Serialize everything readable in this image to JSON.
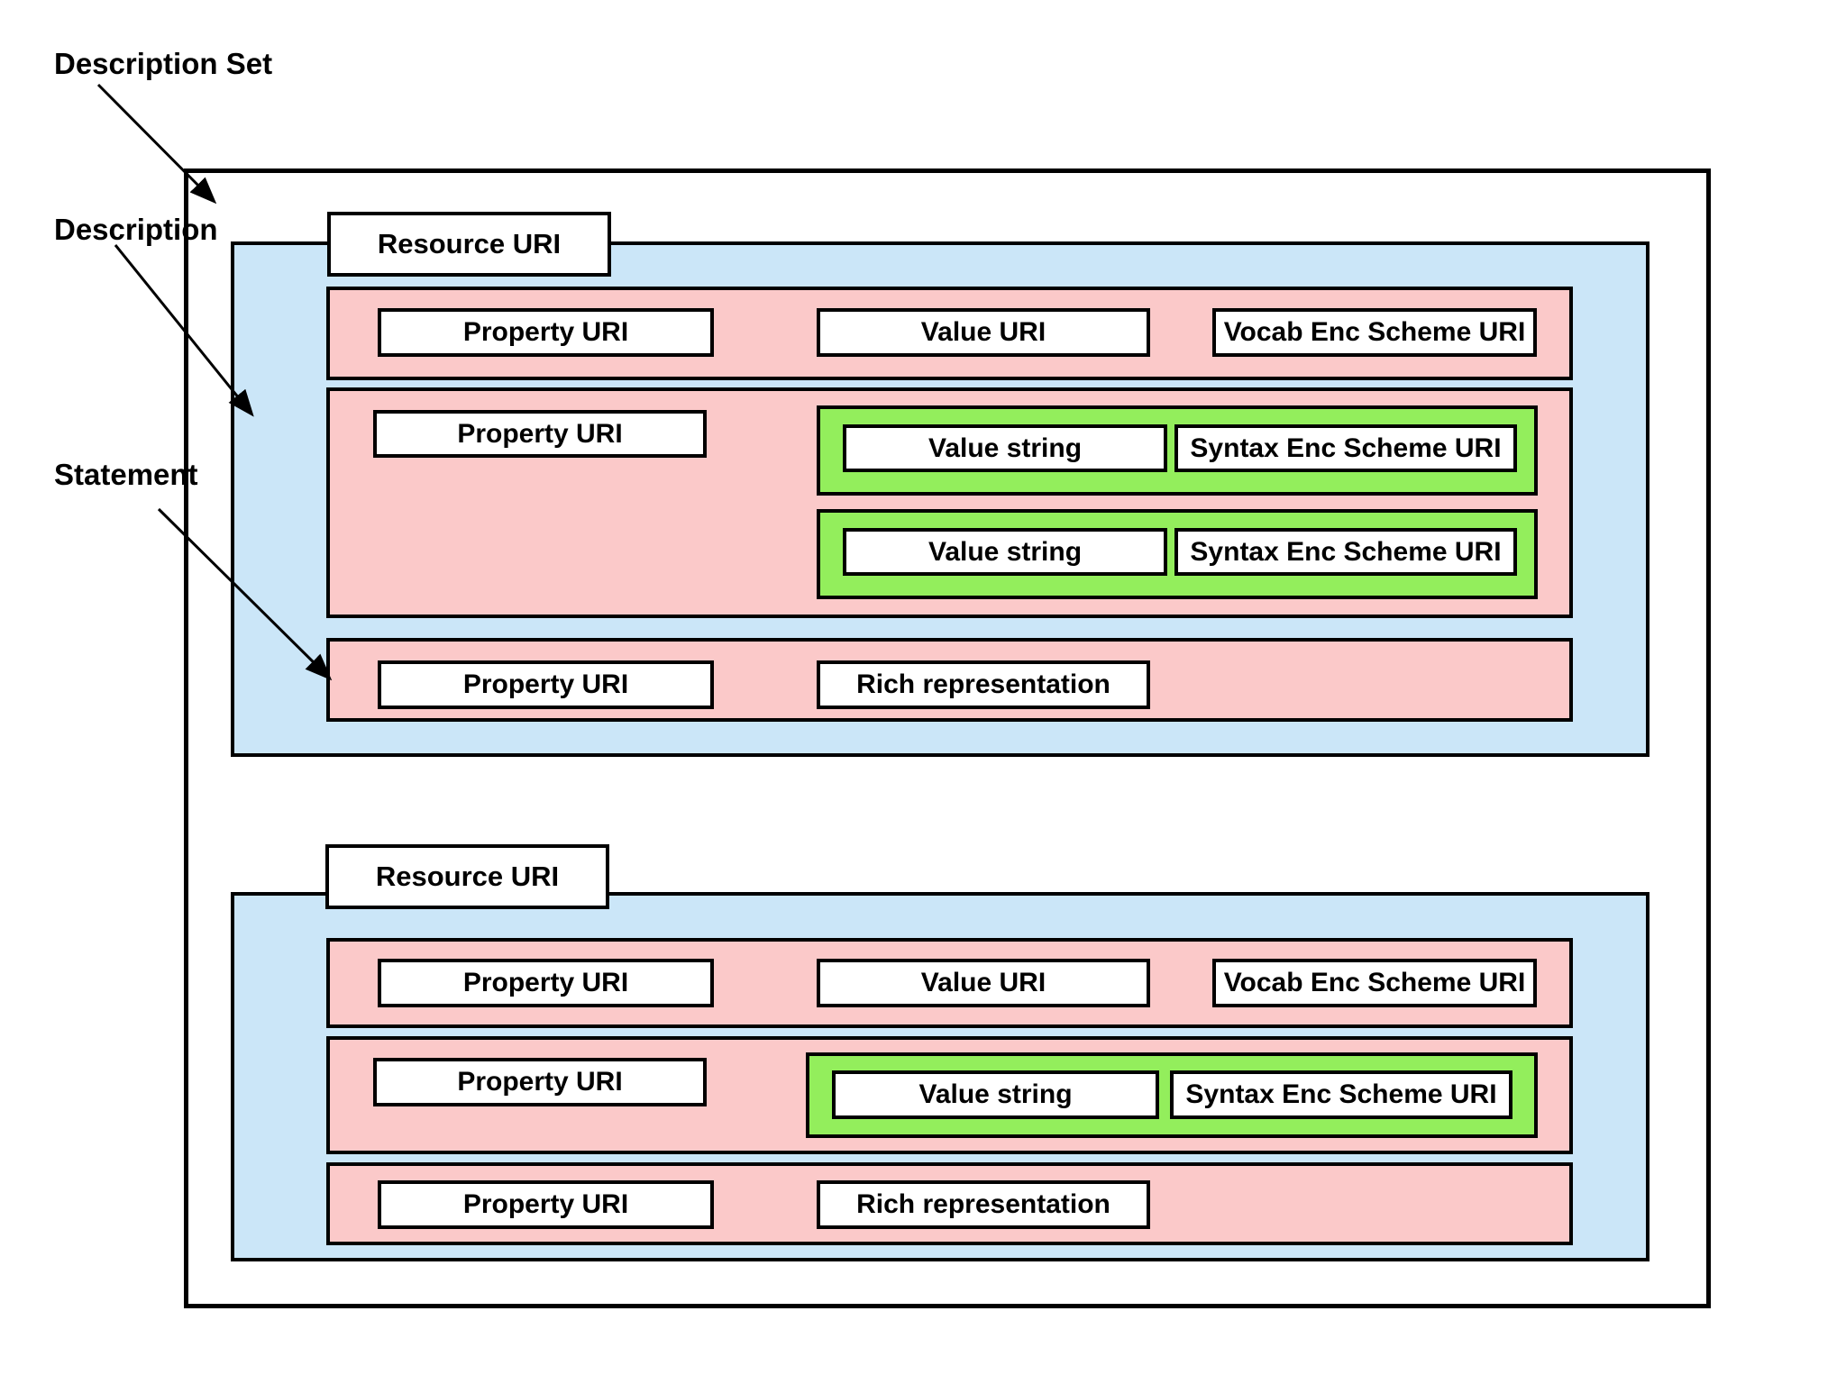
{
  "annotations": {
    "description_set": "Description Set",
    "description": "Description",
    "statement": "Statement"
  },
  "colors": {
    "background": "#ffffff",
    "description_fill": "#cbe6f8",
    "statement_fill": "#fbc9c9",
    "value_pair_fill": "#93ee5c",
    "border": "#000000"
  },
  "descriptions": [
    {
      "resource_uri": "Resource URI",
      "statements": [
        {
          "type": "uri-value",
          "cells": [
            "Property URI",
            "Value URI",
            "Vocab Enc Scheme URI"
          ]
        },
        {
          "type": "string-value",
          "property": "Property URI",
          "value_pairs": [
            {
              "value": "Value string",
              "scheme": "Syntax Enc Scheme URI"
            },
            {
              "value": "Value string",
              "scheme": "Syntax Enc Scheme URI"
            }
          ]
        },
        {
          "type": "rich-representation",
          "cells": [
            "Property URI",
            "Rich representation"
          ]
        }
      ]
    },
    {
      "resource_uri": "Resource URI",
      "statements": [
        {
          "type": "uri-value",
          "cells": [
            "Property URI",
            "Value URI",
            "Vocab Enc Scheme URI"
          ]
        },
        {
          "type": "string-value",
          "property": "Property URI",
          "value_pairs": [
            {
              "value": "Value string",
              "scheme": "Syntax Enc Scheme URI"
            }
          ]
        },
        {
          "type": "rich-representation",
          "cells": [
            "Property URI",
            "Rich representation"
          ]
        }
      ]
    }
  ]
}
